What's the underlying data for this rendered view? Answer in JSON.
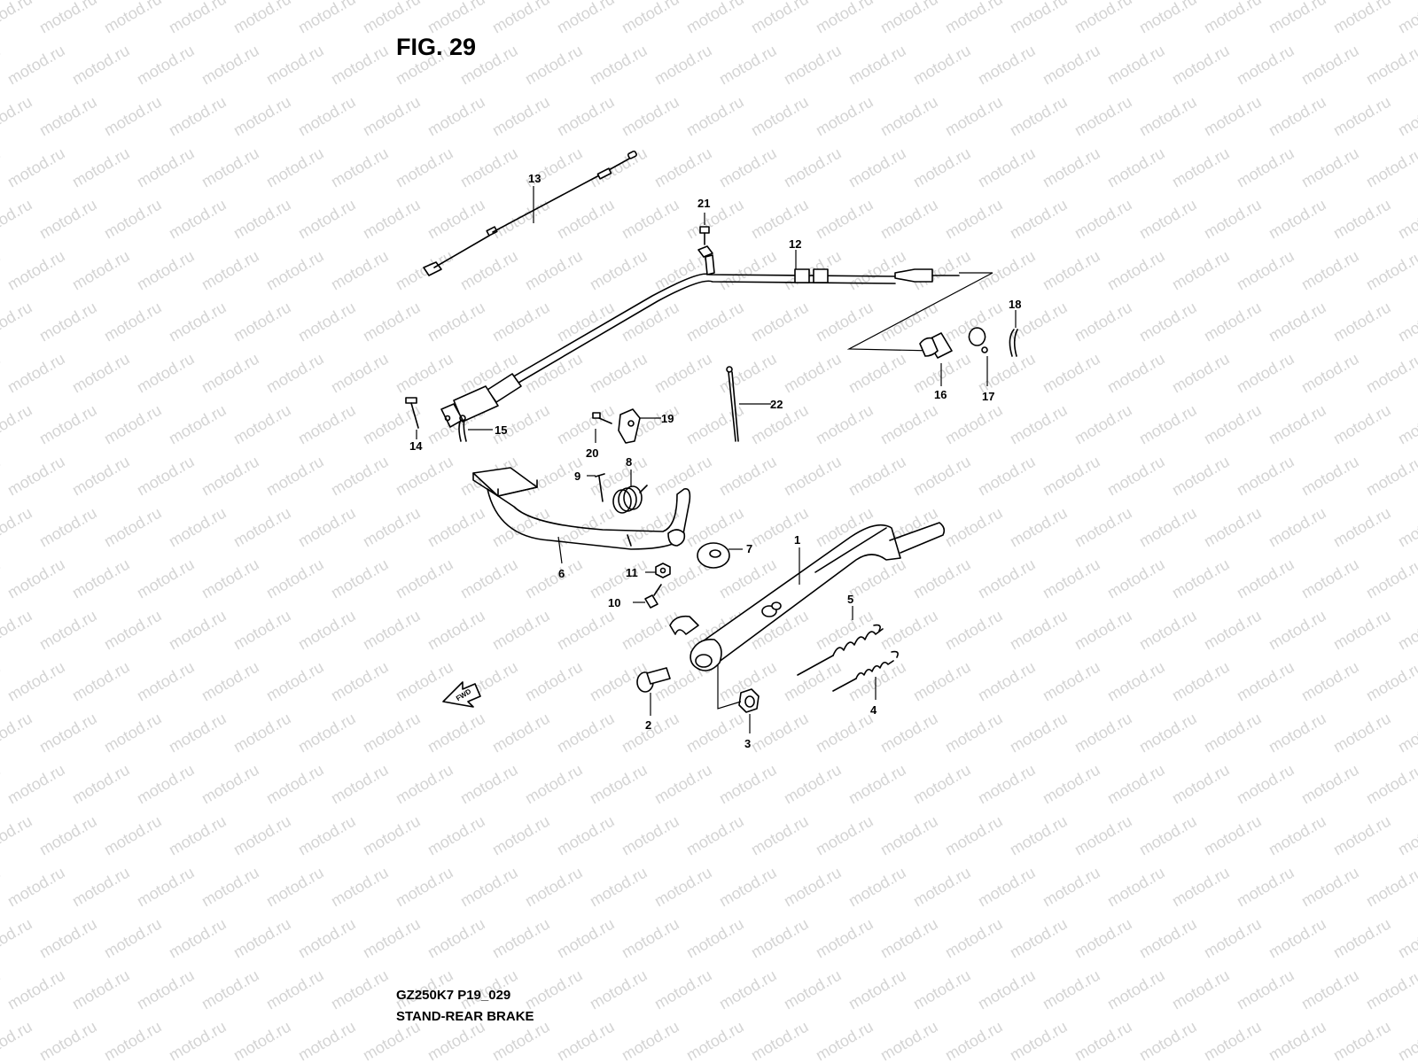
{
  "figure": {
    "title": "FIG. 29",
    "model_code": "GZ250K7 P19_029",
    "section_name": "STAND-REAR BRAKE"
  },
  "watermark": {
    "text": "motod.ru",
    "color": "#d4d4d4"
  },
  "fwd_arrow": {
    "label": "FWD",
    "icon": "fwd-arrow-icon"
  },
  "callouts": {
    "c1": "1",
    "c2": "2",
    "c3": "3",
    "c4": "4",
    "c5": "5",
    "c6": "6",
    "c7": "7",
    "c8": "8",
    "c9": "9",
    "c10": "10",
    "c11": "11",
    "c12": "12",
    "c13": "13",
    "c14": "14",
    "c15": "15",
    "c16": "16",
    "c17": "17",
    "c18": "18",
    "c19": "19",
    "c20": "20",
    "c21": "21",
    "c22": "22"
  }
}
